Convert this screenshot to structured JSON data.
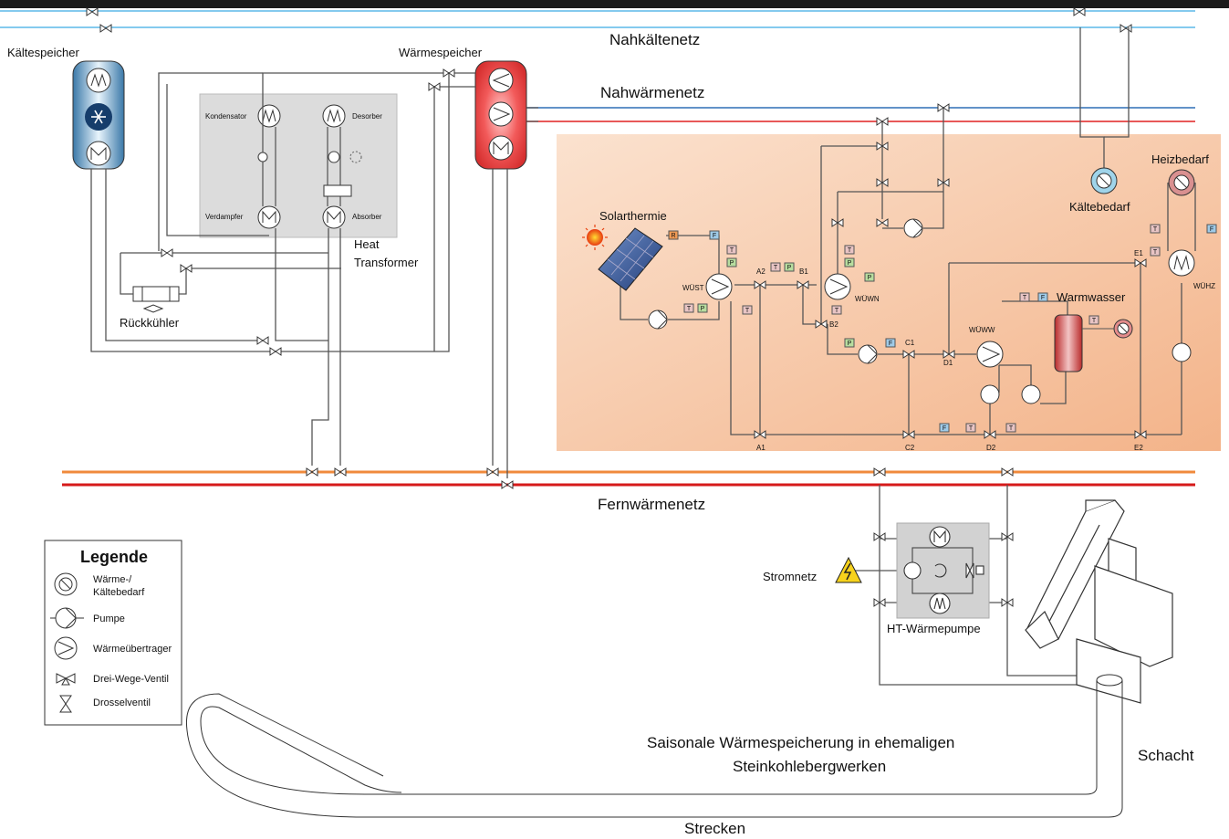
{
  "networks": {
    "cold": "Nahkältenetz",
    "warm": "Nahwärmenetz",
    "district": "Fernwärmenetz"
  },
  "storage": {
    "cold": "Kältespeicher",
    "heat": "Wärmespeicher"
  },
  "heat_transformer": {
    "title_line1": "Heat",
    "title_line2": "Transformer",
    "kondensator": "Kondensator",
    "desorber": "Desorber",
    "verdampfer": "Verdampfer",
    "absorber": "Absorber"
  },
  "rueckkuehler": "Rückkühler",
  "consumer": {
    "solar": "Solarthermie",
    "kaeltebedarf": "Kältebedarf",
    "heizbedarf": "Heizbedarf",
    "warmwasser": "Warmwasser",
    "wu_st": "WÜST",
    "wu_wn": "WÜWN",
    "wu_ww": "WÜWW",
    "wu_hz": "WÜHZ"
  },
  "valve_labels": [
    "A1",
    "A2",
    "B1",
    "B2",
    "C1",
    "C2",
    "D1",
    "D2",
    "E1",
    "E2"
  ],
  "sensor_letters": {
    "T": "T",
    "P": "P",
    "F": "F",
    "R": "R"
  },
  "heat_pump": {
    "title": "HT-Wärmepumpe",
    "grid": "Stromnetz"
  },
  "mine": {
    "caption_line1": "Saisonale Wärmespeicherung in ehemaligen",
    "caption_line2": "Steinkohlebergwerken",
    "shaft": "Schacht",
    "tunnels": "Strecken"
  },
  "legend": {
    "title": "Legende",
    "items": [
      {
        "icon": "demand-icon",
        "label1": "Wärme-/",
        "label2": "Kältebedarf"
      },
      {
        "icon": "pump-icon",
        "label1": "Pumpe",
        "label2": ""
      },
      {
        "icon": "heat-exchanger-icon",
        "label1": "Wärmeübertrager",
        "label2": ""
      },
      {
        "icon": "three-way-valve-icon",
        "label1": "Drei-Wege-Ventil",
        "label2": ""
      },
      {
        "icon": "throttle-valve-icon",
        "label1": "Drosselventil",
        "label2": ""
      }
    ]
  },
  "colors": {
    "cold_line": "#5bb8e8",
    "warm_blue": "#2f6fb5",
    "warm_red": "#e02020",
    "district_orange": "#f08a3c",
    "district_red": "#d61a1a",
    "consumer_bg": "#f7c9a4",
    "ht_box": "#dcdcdc"
  }
}
